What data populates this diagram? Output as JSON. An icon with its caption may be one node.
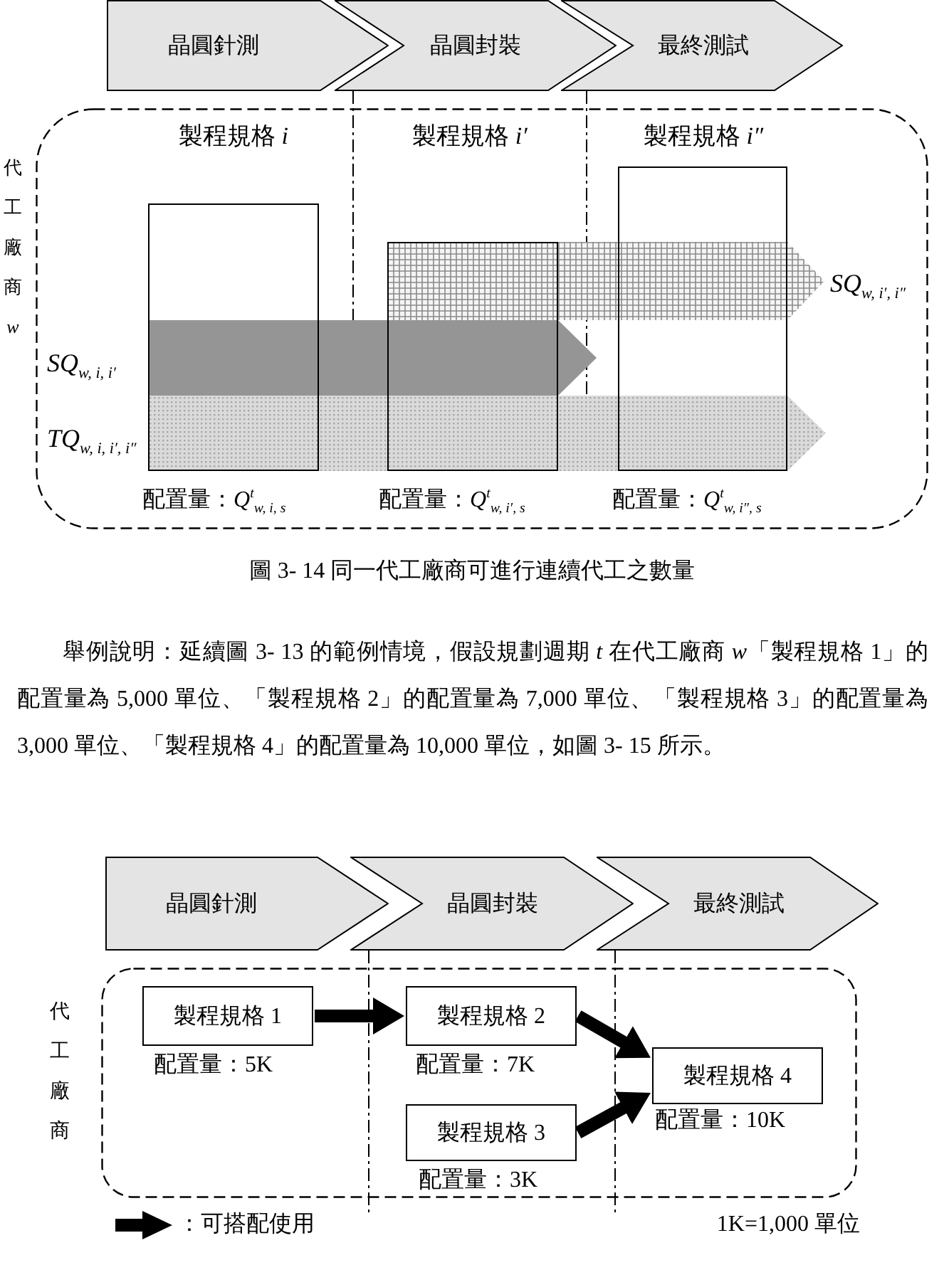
{
  "diagram": {
    "caption": "圖 3- 14 同一代工廠商可進行連續代工之數量",
    "nodes": [
      {
        "text": [
          "晶圓針測"
        ]
      },
      {
        "text": [
          "晶圓封裝"
        ]
      },
      {
        "text": [
          "最終測試"
        ]
      },
      {
        "text": [
          "代工廠商 *w*"
        ]
      },
      {
        "text": [],
        "shape": "bar",
        "beside": [
          "配置量：*Q*$^{t}$$_{w, i, s}$"
        ],
        "in": 3
      },
      {
        "text": [],
        "shape": "bar",
        "beside": [
          "配置量：*Q*$^{t}$$_{w, i′, s}$"
        ],
        "in": 3
      },
      {
        "text": [],
        "shape": "bar",
        "beside": [
          "配置量：*Q*$^{t}$$_{w, i″, s}$"
        ],
        "in": 3
      },
      {
        "text": [
          "SQ$_{w, i′, i″}$"
        ],
        "in": 3
      },
      {
        "text": [
          "SQ$_{w, i, i′}$"
        ],
        "in": 3
      },
      {
        "text": [
          "TQ$_{w, i, i′, i″}$"
        ],
        "in": 3
      },
      {
        "text": [
          "晶圓針測"
        ]
      },
      {
        "text": [
          "晶圓封裝"
        ]
      },
      {
        "text": [
          "最終測試"
        ]
      },
      {
        "text": [
          "代工廠商"
        ]
      },
      {
        "text": [
          "製程規格 1"
        ],
        "beside": [
          "配置量：5K"
        ],
        "in": 13
      },
      {
        "text": [
          "製程規格 2"
        ],
        "beside": [
          "配置量：7K"
        ],
        "in": 13
      },
      {
        "text": [
          "製程規格 3"
        ],
        "beside": [
          "配置量：3K"
        ],
        "in": 13
      },
      {
        "text": [
          "製程規格 4"
        ],
        "beside": [
          "配置量：10K"
        ],
        "in": 13
      }
    ],
    "edges": [
      {
        "from": 14,
        "to": 15,
        "arrow": "to"
      },
      {
        "from": 15,
        "to": 17,
        "arrow": "to"
      },
      {
        "from": 16,
        "to": 17,
        "arrow": "to"
      }
    ],
    "labels": [
      "製程規格 *i*",
      "製程規格 *i′*",
      "製程規格 *i″*",
      "舉例說明：延續圖 3- 13 的範例情境，假設規劃週期 *t* 在代工廠商 *w*「製程規格 1」的配置量為 5,000 單位、「製程規格 2」的配置量為 7,000 單位、「製程規格 3」的配置量為 3,000 單位、「製程規格 4」的配置量為 10,000 單位，如圖 3- 15 所示。",
      "1K=1,000 單位"
    ],
    "legend": [
      {
        "text": "：可搭配使用"
      }
    ]
  }
}
